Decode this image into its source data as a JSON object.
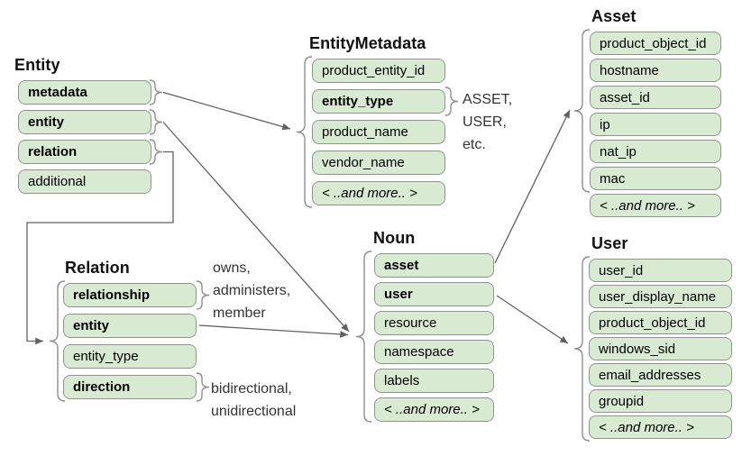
{
  "colors": {
    "field_fill": "#d9ead3",
    "field_border": "#929292",
    "brace": "#8f8f8f",
    "arrow": "#616161",
    "annotation": "#333333"
  },
  "boxes": {
    "entity": {
      "title": "Entity",
      "fields": [
        {
          "label": "metadata"
        },
        {
          "label": "entity"
        },
        {
          "label": "relation"
        },
        {
          "label": "additional"
        }
      ]
    },
    "entity_metadata": {
      "title": "EntityMetadata",
      "fields": [
        {
          "label": "product_entity_id"
        },
        {
          "label": "entity_type"
        },
        {
          "label": "product_name"
        },
        {
          "label": "vendor_name"
        },
        {
          "label": "< ..and more.. >"
        }
      ]
    },
    "asset": {
      "title": "Asset",
      "fields": [
        {
          "label": "product_object_id"
        },
        {
          "label": "hostname"
        },
        {
          "label": "asset_id"
        },
        {
          "label": "ip"
        },
        {
          "label": "nat_ip"
        },
        {
          "label": "mac"
        },
        {
          "label": "< ..and more.. >"
        }
      ]
    },
    "user": {
      "title": "User",
      "fields": [
        {
          "label": "user_id"
        },
        {
          "label": "user_display_name"
        },
        {
          "label": "product_object_id"
        },
        {
          "label": "windows_sid"
        },
        {
          "label": "email_addresses"
        },
        {
          "label": "groupid"
        },
        {
          "label": "< ..and more.. >"
        }
      ]
    },
    "noun": {
      "title": "Noun",
      "fields": [
        {
          "label": "asset"
        },
        {
          "label": "user"
        },
        {
          "label": "resource"
        },
        {
          "label": "namespace"
        },
        {
          "label": "labels"
        },
        {
          "label": "< ..and more.. >"
        }
      ]
    },
    "relation": {
      "title": "Relation",
      "fields": [
        {
          "label": "relationship"
        },
        {
          "label": "entity"
        },
        {
          "label": "entity_type"
        },
        {
          "label": "direction"
        }
      ]
    }
  },
  "annotations": {
    "entity_type_examples": {
      "lines": [
        "ASSET,",
        "USER,",
        "etc."
      ]
    },
    "relationship_examples": {
      "lines": [
        "owns,",
        "administers,",
        "member"
      ]
    },
    "direction_examples": {
      "lines": [
        "bidirectional,",
        "unidirectional"
      ]
    }
  }
}
